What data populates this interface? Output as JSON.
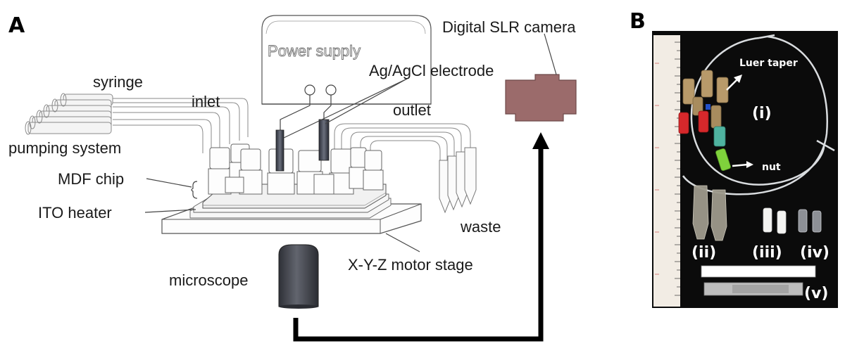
{
  "panels": {
    "a": {
      "letter": "A"
    },
    "b": {
      "letter": "B"
    }
  },
  "labels": {
    "power_supply": "Power supply",
    "camera": "Digital SLR camera",
    "electrode": "Ag/AgCl electrode",
    "syringe": "syringe",
    "inlet": "inlet",
    "outlet": "outlet",
    "pumping_system": "pumping system",
    "mdf_chip": "MDF chip",
    "ito_heater": "ITO heater",
    "waste": "waste",
    "stage": "X-Y-Z motor stage",
    "microscope": "microscope"
  },
  "photo_labels": {
    "luer_taper": "Luer taper",
    "nut": "nut",
    "i": "(i)",
    "ii": "(ii)",
    "iii": "(iii)",
    "iv": "(iv)",
    "v": "(v)"
  },
  "colors": {
    "camera_body": "#9b6b6b",
    "objective": "#4a4d55",
    "photo_bg": "#0b0b0b",
    "ruler": "#f2ece4",
    "fitting_tan": "#b89a6a",
    "fitting_red": "#d6282b",
    "fitting_green": "#7fd23c",
    "fitting_teal": "#4fb3a0",
    "arrow": "#000000"
  }
}
